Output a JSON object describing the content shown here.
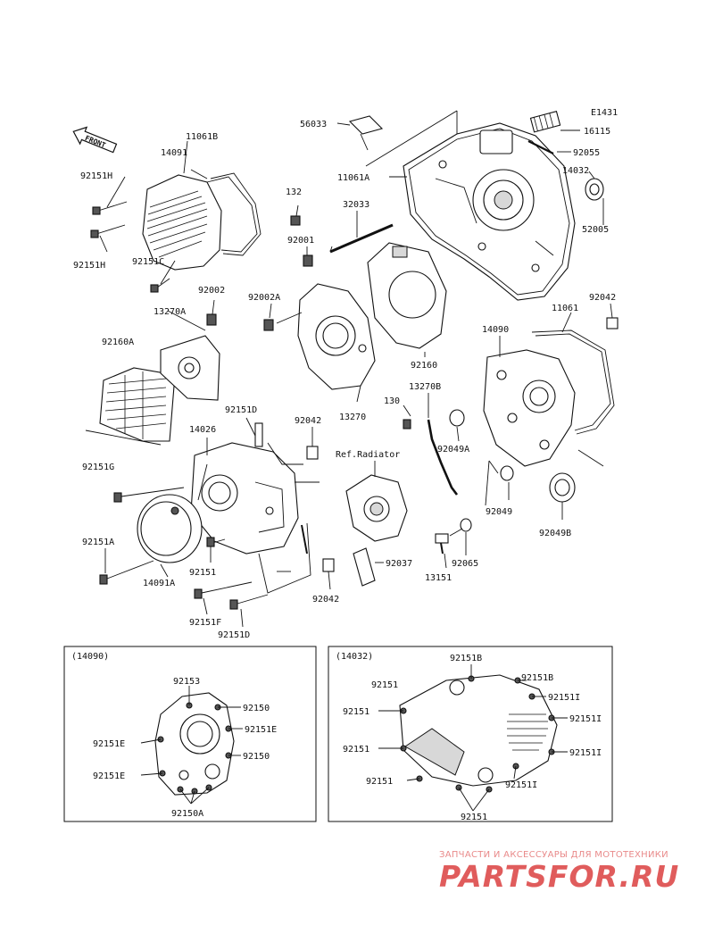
{
  "diagram_code": "E1431",
  "front_label": "FRONT",
  "inset_left_title": "(14090)",
  "inset_right_title": "(14032)",
  "watermark_text": "ЗАПЧАСТИ И АКСЕССУАРЫ ДЛЯ МОТОТЕХНИКИ",
  "watermark_logo": "PARTSFOR.RU",
  "labels": {
    "p11061B": "11061B",
    "p14091": "14091",
    "p92151H_a": "92151H",
    "p92151H_b": "92151H",
    "p92151C": "92151C",
    "p13270A": "13270A",
    "p92002": "92002",
    "p92160A": "92160A",
    "p56033": "56033",
    "p11061A": "11061A",
    "p132": "132",
    "p32033": "32033",
    "p92001": "92001",
    "p92002A": "92002A",
    "p13270": "13270",
    "p92160": "92160",
    "p16115": "16115",
    "p92055": "92055",
    "p14032": "14032",
    "p52005": "52005",
    "p92042_a": "92042",
    "p11061": "11061",
    "p14090": "14090",
    "p13270B": "13270B",
    "p130": "130",
    "p92049A": "92049A",
    "p92049": "92049",
    "p92049B": "92049B",
    "p92151D_a": "92151D",
    "p14026": "14026",
    "p92042_b": "92042",
    "p92151G": "92151G",
    "p92151A": "92151A",
    "p14091A": "14091A",
    "p92151": "92151",
    "p92151F": "92151F",
    "p92151D_b": "92151D",
    "p92042_c": "92042",
    "pRefRadiator": "Ref.Radiator",
    "p92037": "92037",
    "p13151": "13151",
    "p92065": "92065",
    "i92153": "92153",
    "i92150_a": "92150",
    "i92151E_r": "92151E",
    "i92151E_l1": "92151E",
    "i92151E_l2": "92151E",
    "i92150_b": "92150",
    "i92150A": "92150A",
    "j92151B_a": "92151B",
    "j92151B_b": "92151B",
    "j92151_a": "92151",
    "j92151I_a": "92151I",
    "j92151_b": "92151",
    "j92151I_b": "92151I",
    "j92151_c": "92151",
    "j92151I_c": "92151I",
    "j92151_d": "92151",
    "j92151I_d": "92151I",
    "j92151_e": "92151"
  }
}
